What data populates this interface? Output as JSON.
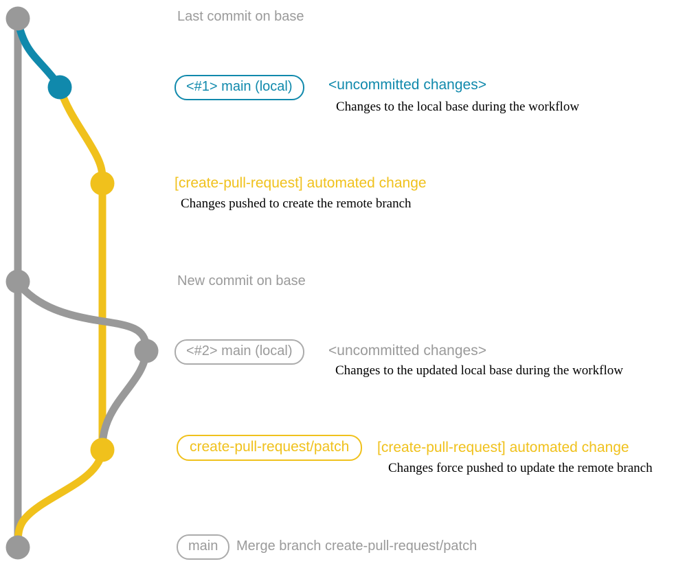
{
  "colors": {
    "graph_gray": "#999999",
    "teal": "#1089ac",
    "yellow": "#f0c11c",
    "gray_text": "#9a9a9a",
    "gray_border": "#ababab",
    "note_text": "#000000"
  },
  "diagram": {
    "branches": [
      {
        "name": "base",
        "color": "#999999"
      },
      {
        "name": "main (local)",
        "color": "#1089ac"
      },
      {
        "name": "create-pull-request/patch",
        "color": "#f0c11c"
      }
    ],
    "events": [
      {
        "id": "base-tip",
        "label": "Last commit on base"
      },
      {
        "id": "main-local-1",
        "badge": "<#1> main (local)",
        "status": "<uncommitted changes>",
        "note": "Changes to the local base during the workflow"
      },
      {
        "id": "cpr-push",
        "title": "[create-pull-request] automated change",
        "note": "Changes pushed to create the remote branch"
      },
      {
        "id": "base-new",
        "label": "New commit on base"
      },
      {
        "id": "main-local-2",
        "badge": "<#2> main (local)",
        "status": "<uncommitted changes>",
        "note": "Changes to the updated local base during the workflow"
      },
      {
        "id": "cpr-force-push",
        "badge": "create-pull-request/patch",
        "title": "[create-pull-request] automated change",
        "note": "Changes force pushed to update the remote branch"
      },
      {
        "id": "merge",
        "badge": "main",
        "message": "Merge branch create-pull-request/patch"
      }
    ]
  }
}
